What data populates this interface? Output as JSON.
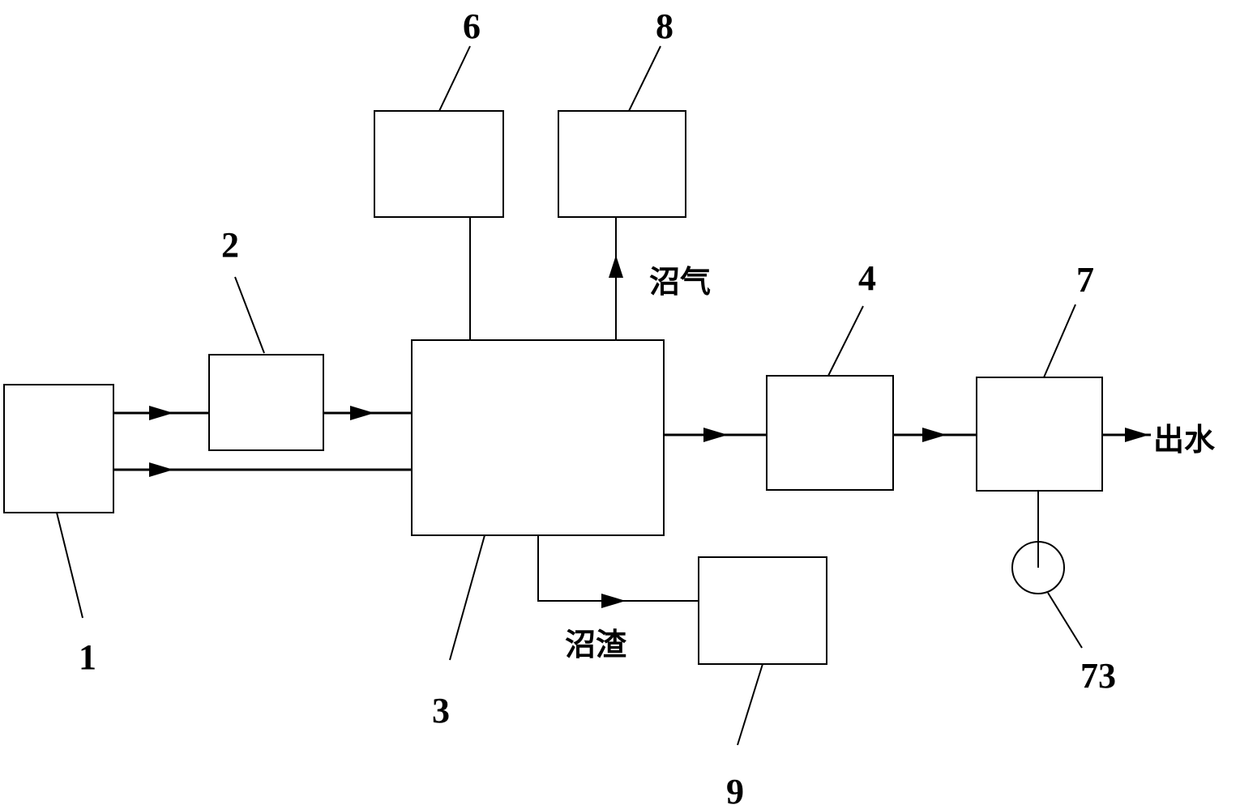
{
  "labels": {
    "n1": "1",
    "n2": "2",
    "n3": "3",
    "n4": "4",
    "n6": "6",
    "n7": "7",
    "n8": "8",
    "n9": "9",
    "n73": "73",
    "biogas": "沼气",
    "residue": "沼渣",
    "effluent": "出水"
  }
}
